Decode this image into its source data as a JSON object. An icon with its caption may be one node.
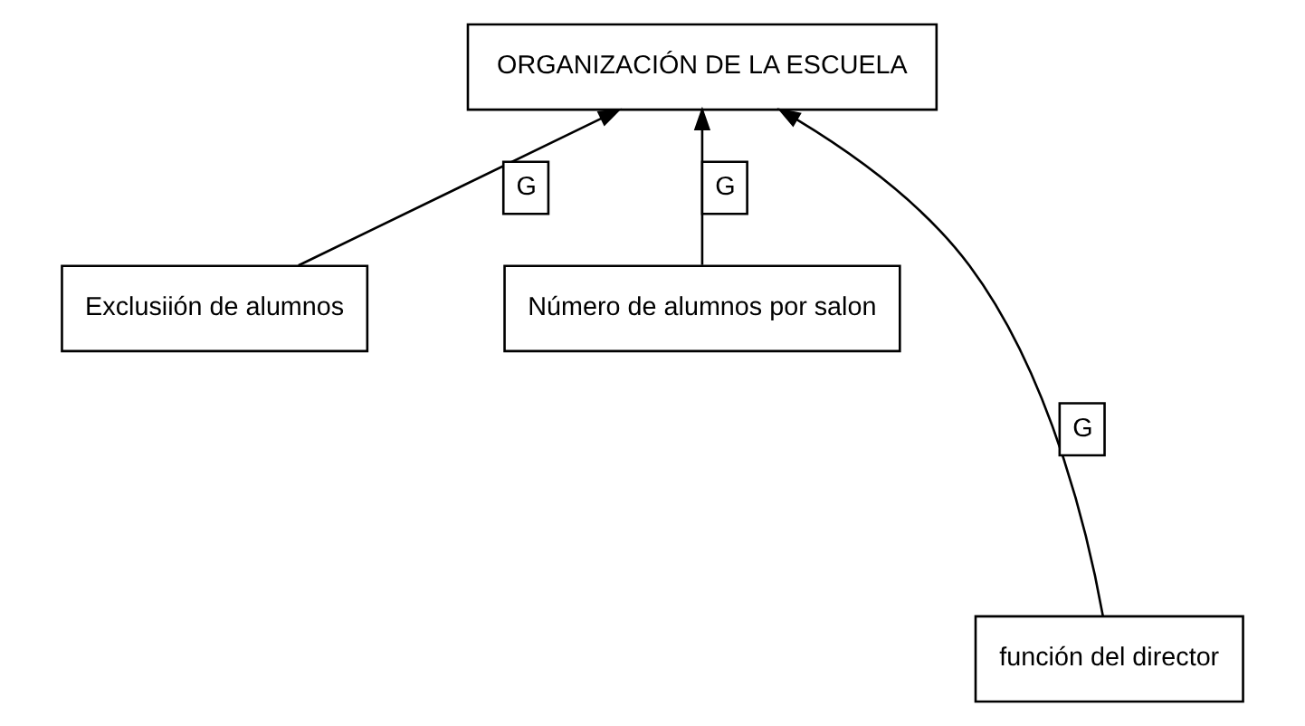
{
  "diagram": {
    "nodes": [
      {
        "text": [
          "ORGANIZACIÓN DE LA ESCUELA"
        ]
      },
      {
        "text": [
          "Exclusiión de alumnos"
        ]
      },
      {
        "text": [
          "Número de alumnos por salon"
        ]
      },
      {
        "text": [
          "función del director"
        ]
      }
    ],
    "edges": [
      {
        "from": 1,
        "to": 0,
        "arrow": "to",
        "label": "G"
      },
      {
        "from": 3,
        "to": 0,
        "arrow": "to",
        "label": "G"
      },
      {
        "from": 2,
        "to": 0,
        "arrow": "to",
        "label": "G"
      }
    ]
  }
}
